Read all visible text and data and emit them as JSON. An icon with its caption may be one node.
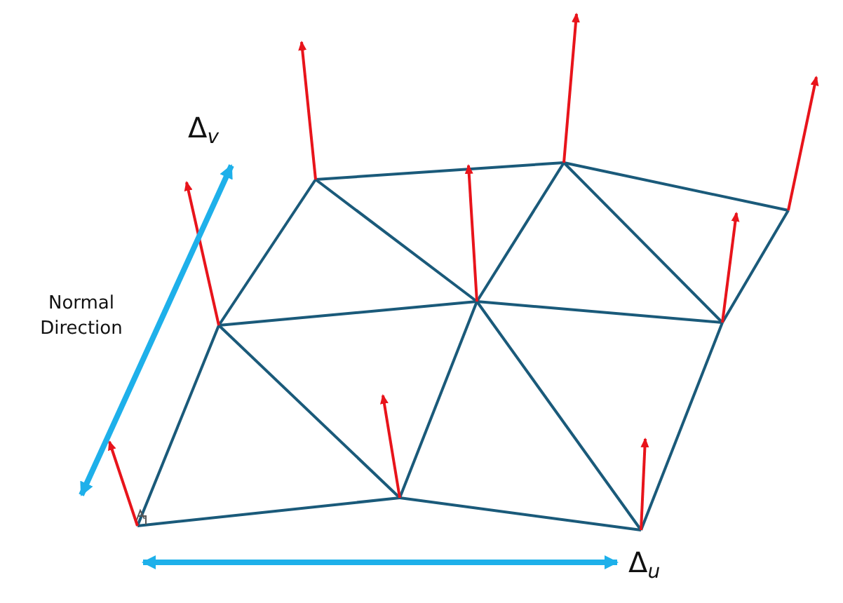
{
  "diagram": {
    "labels": [
      "Δ$_{v}$",
      "Normal Direction",
      "Δ$_{u}$"
    ]
  }
}
